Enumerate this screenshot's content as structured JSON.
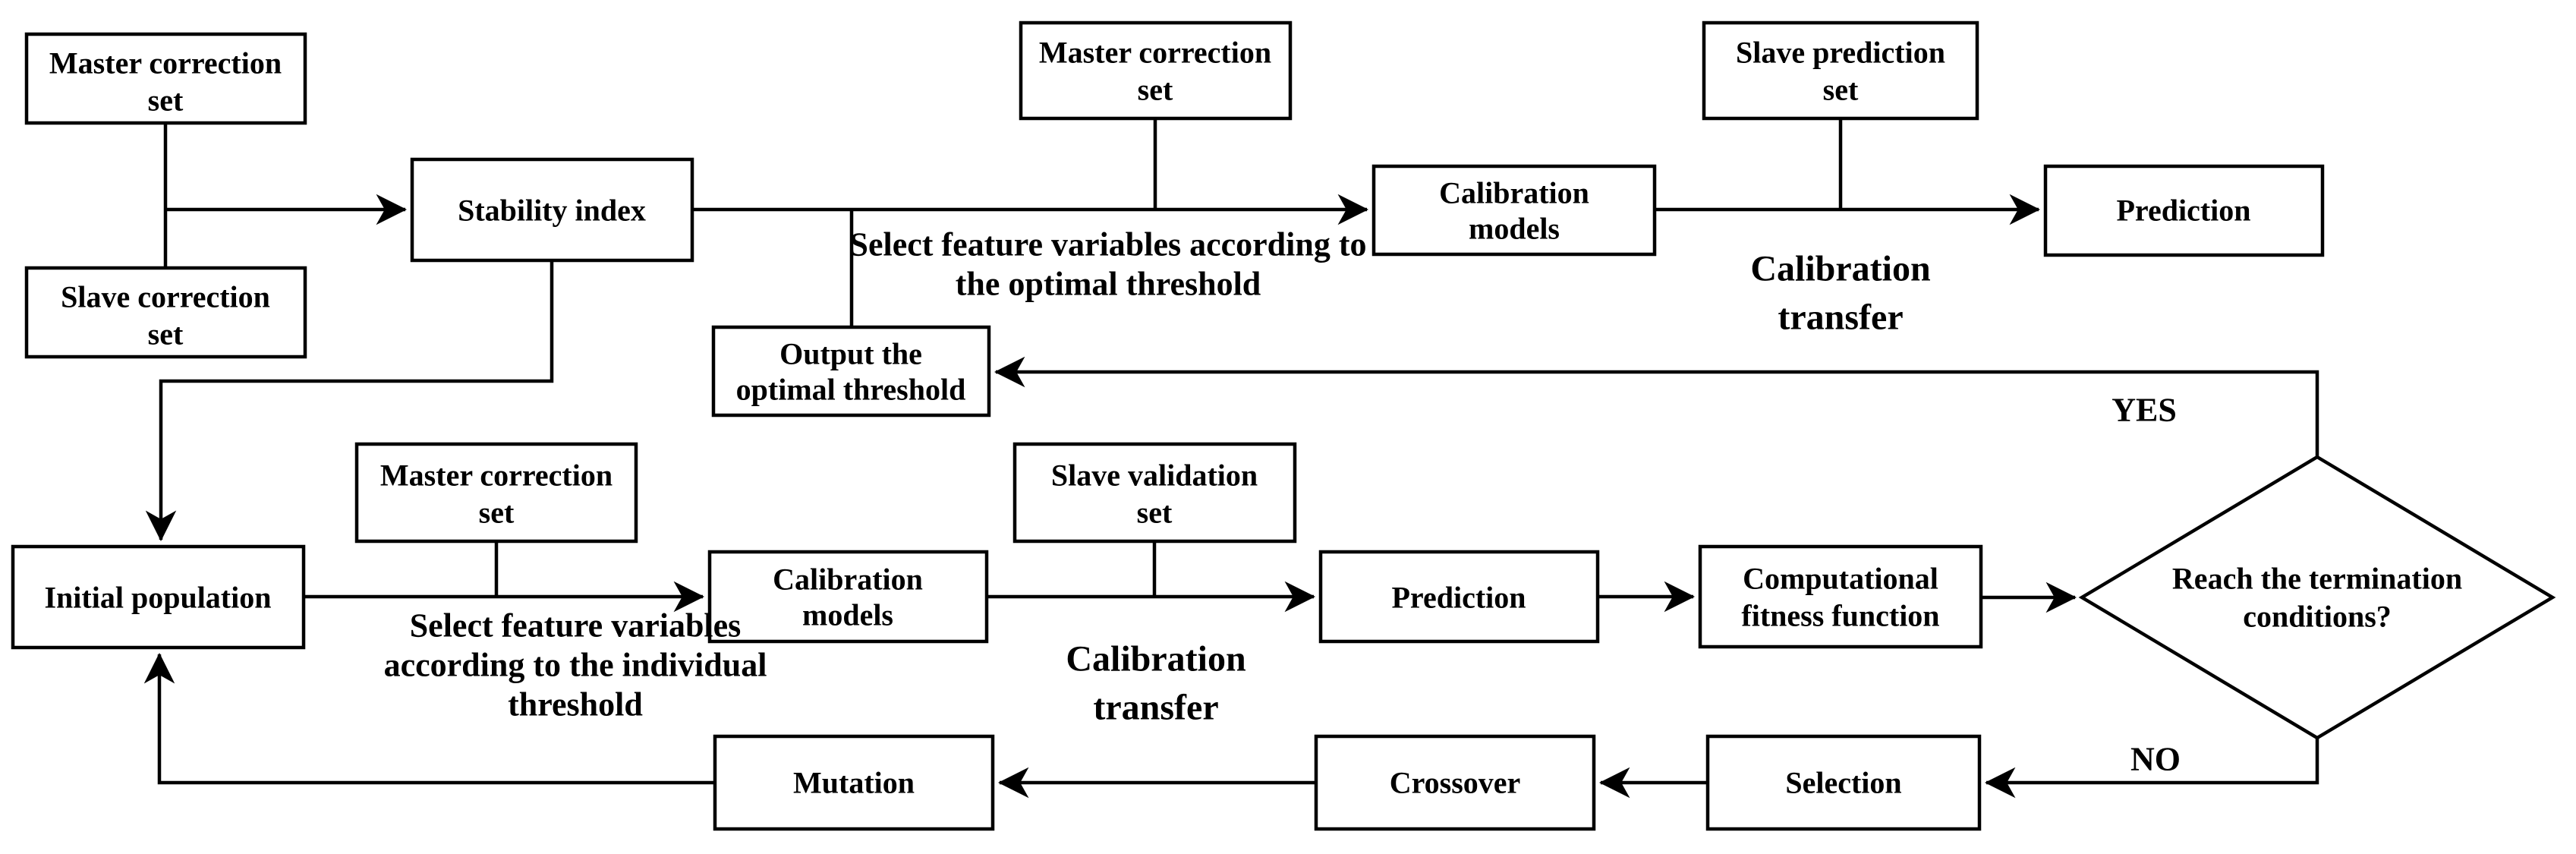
{
  "diagram_type": "flowchart",
  "colors": {
    "background": "#ffffff",
    "line": "#000000",
    "box_fill": "#ffffff",
    "text": "#000000"
  },
  "nodes": {
    "master_correction_set_1": {
      "lines": [
        "Master correction",
        "set"
      ]
    },
    "slave_correction_set": {
      "lines": [
        "Slave correction",
        "set"
      ]
    },
    "stability_index": {
      "lines": [
        "Stability index"
      ]
    },
    "master_correction_set_2": {
      "lines": [
        "Master correction",
        "set"
      ]
    },
    "calibration_models_1": {
      "lines": [
        "Calibration",
        "models"
      ]
    },
    "slave_prediction_set": {
      "lines": [
        "Slave prediction",
        "set"
      ]
    },
    "prediction_1": {
      "lines": [
        "Prediction"
      ]
    },
    "output_optimal_threshold": {
      "lines": [
        "Output the",
        "optimal threshold"
      ]
    },
    "master_correction_set_3": {
      "lines": [
        "Master correction",
        "set"
      ]
    },
    "initial_population": {
      "lines": [
        "Initial population"
      ]
    },
    "calibration_models_2": {
      "lines": [
        "Calibration",
        "models"
      ]
    },
    "slave_validation_set": {
      "lines": [
        "Slave validation",
        "set"
      ]
    },
    "prediction_2": {
      "lines": [
        "Prediction"
      ]
    },
    "computational_fitness": {
      "lines": [
        "Computational",
        "fitness function"
      ]
    },
    "termination_decision": {
      "lines": [
        "Reach the termination",
        "conditions?"
      ]
    },
    "mutation": {
      "lines": [
        "Mutation"
      ]
    },
    "crossover": {
      "lines": [
        "Crossover"
      ]
    },
    "selection": {
      "lines": [
        "Selection"
      ]
    }
  },
  "edge_labels": {
    "select_optimal": {
      "lines": [
        "Select feature variables according to",
        "the optimal threshold"
      ]
    },
    "calibration_transfer_1": {
      "lines": [
        "Calibration",
        "transfer"
      ]
    },
    "select_individual": {
      "lines": [
        "Select feature variables",
        "according to the individual",
        "threshold"
      ]
    },
    "calibration_transfer_2": {
      "lines": [
        "Calibration",
        "transfer"
      ]
    },
    "yes": "YES",
    "no": "NO"
  }
}
